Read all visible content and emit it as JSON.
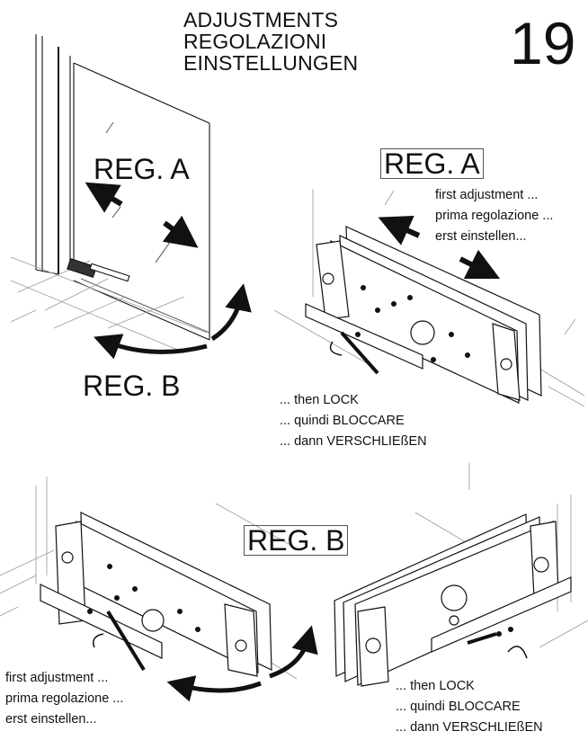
{
  "header": {
    "titles": [
      "ADJUSTMENTS",
      "REGOLAZIONI",
      "EINSTELLUNGEN"
    ],
    "page_number": "19"
  },
  "labels": {
    "reg_a": "REG. A",
    "reg_a_boxed": "REG. A",
    "reg_b": "REG. B",
    "reg_b_boxed": "REG. B"
  },
  "notes": {
    "first_adjustment_top": [
      "first adjustment ...",
      "prima regolazione ...",
      "erst einstellen..."
    ],
    "then_lock_middle": [
      "... then LOCK",
      "... quindi BLOCCARE",
      "... dann VERSCHLIEßEN"
    ],
    "first_adjustment_bottom": [
      "first adjustment ...",
      "prima regolazione ...",
      "erst einstellen..."
    ],
    "then_lock_bottom": [
      "... then LOCK",
      "... quindi BLOCCARE",
      "... dann VERSCHLIEßEN"
    ]
  }
}
